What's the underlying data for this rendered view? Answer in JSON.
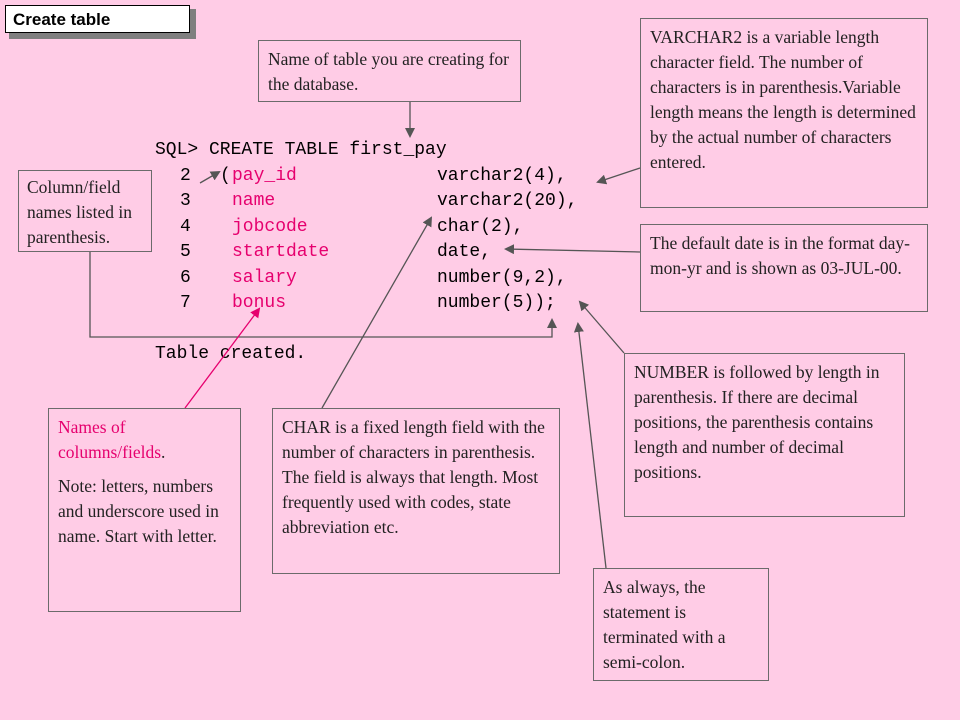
{
  "title": "Create table",
  "sql": {
    "prompt_line": "SQL> CREATE TABLE first_pay",
    "rows": [
      {
        "num": "2",
        "open": "(",
        "col": "pay_id",
        "type": "varchar2(4),"
      },
      {
        "num": "3",
        "open": " ",
        "col": "name",
        "type": "varchar2(20),"
      },
      {
        "num": "4",
        "open": " ",
        "col": "jobcode",
        "type": "char(2),"
      },
      {
        "num": "5",
        "open": " ",
        "col": "startdate",
        "type": "date,"
      },
      {
        "num": "6",
        "open": " ",
        "col": "salary",
        "type": "number(9,2),"
      },
      {
        "num": "7",
        "open": " ",
        "col": "bonus",
        "type": "number(5));"
      }
    ],
    "result": "Table created."
  },
  "notes": {
    "table_name": "Name of table you are creating for the database.",
    "varchar2": "VARCHAR2 is a variable length character field.  The number of characters is in parenthesis.Variable length means the length is determined by the actual number of characters entered.",
    "column_names": "Column/field names listed in parenthesis.",
    "date": "The default date is in the format day-mon-yr and is shown as 03-JUL-00.",
    "number": "NUMBER is followed by length in parenthesis.  If there are decimal positions, the parenthesis contains length and number of decimal positions.",
    "names_of_columns": "Names of columns/fields",
    "names_period": ".",
    "names_note": "Note: letters, numbers and underscore used in name. Start with letter.",
    "char": "CHAR is a fixed length field with the number of characters in parenthesis.  The field is always that length.  Most frequently used with codes, state abbreviation etc.",
    "semicolon": "As always, the statement is terminated with a semi-colon."
  },
  "colors": {
    "background": "#ffcce6",
    "highlight": "#e6006e"
  }
}
